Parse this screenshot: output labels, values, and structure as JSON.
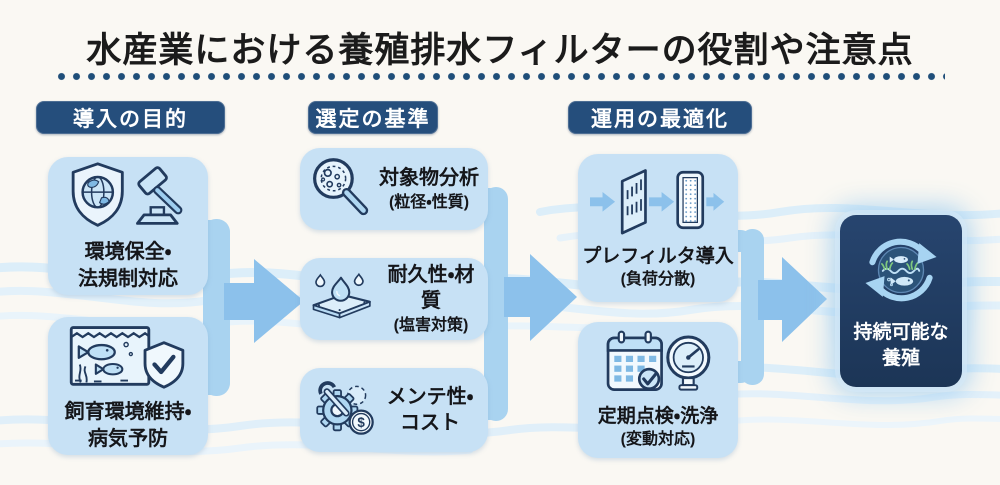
{
  "title": "水産業における養殖排水フィルターの役割や注意点",
  "sections": {
    "purpose": {
      "header": "導入の目的",
      "cards": [
        {
          "icon": "shield-globe-gavel-icon",
          "lines": [
            "環境保全・",
            "法規制対応"
          ]
        },
        {
          "icon": "aquarium-shield-check-icon",
          "lines": [
            "飼育環境維持・",
            "病気予防"
          ]
        }
      ]
    },
    "criteria": {
      "header": "選定の基準",
      "cards": [
        {
          "icon": "magnifier-particles-icon",
          "title": "対象物分析",
          "subtitle": "(粒径・性質)"
        },
        {
          "icon": "droplets-material-icon",
          "title": "耐久性・材質",
          "subtitle": "(塩害対策)"
        },
        {
          "icon": "gear-wrench-dollar-icon",
          "title_lines": [
            "メンテ性・",
            "コスト"
          ]
        }
      ]
    },
    "operation": {
      "header": "運用の最適化",
      "cards": [
        {
          "icon": "prefilter-flow-icon",
          "title": "プレフィルタ導入",
          "subtitle": "(負荷分散)"
        },
        {
          "icon": "calendar-gauge-icon",
          "title": "定期点検・洗浄",
          "subtitle": "(変動対応)"
        }
      ]
    }
  },
  "result": {
    "icon": "recycle-fish-icon",
    "lines": [
      "持続可能な",
      "養殖"
    ]
  },
  "flow": [
    "purpose",
    "criteria",
    "operation",
    "result"
  ],
  "colors": {
    "background": "#faf8f3",
    "header_navy": "#254e7c",
    "card_blue": "#c7e1f5",
    "bracket_blue": "#a9d3f0",
    "arrow_blue": "#8cc1eb",
    "result_navy": "#1c3556",
    "wave_blue": "#dceef9",
    "dots_navy": "#1f4e79",
    "title_text": "#1b1b1b",
    "icon_line": "#223b5e"
  }
}
